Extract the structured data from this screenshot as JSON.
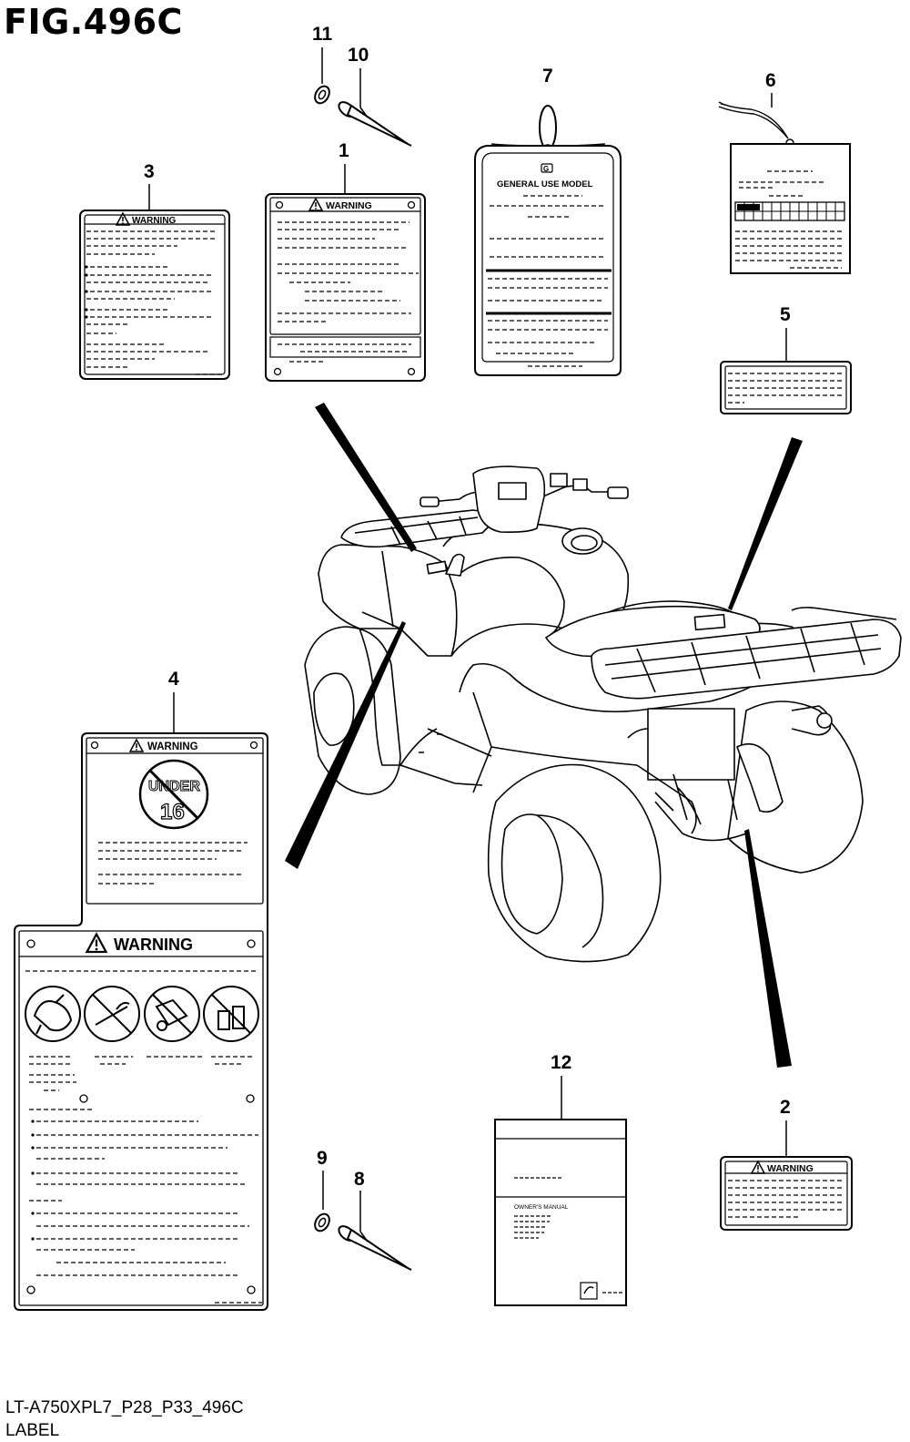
{
  "figure": {
    "title": "FIG.496C",
    "code": "LT-A750XPL7_P28_P33_496C",
    "caption": "LABEL"
  },
  "callouts": [
    "1",
    "2",
    "3",
    "4",
    "5",
    "6",
    "7",
    "8",
    "9",
    "10",
    "11",
    "12"
  ],
  "labels": {
    "warning": "WARNING",
    "general_use_model": "GENERAL USE MODEL",
    "under": "UNDER",
    "age": "16",
    "owners_manual": "OWNER'S MANUAL"
  }
}
